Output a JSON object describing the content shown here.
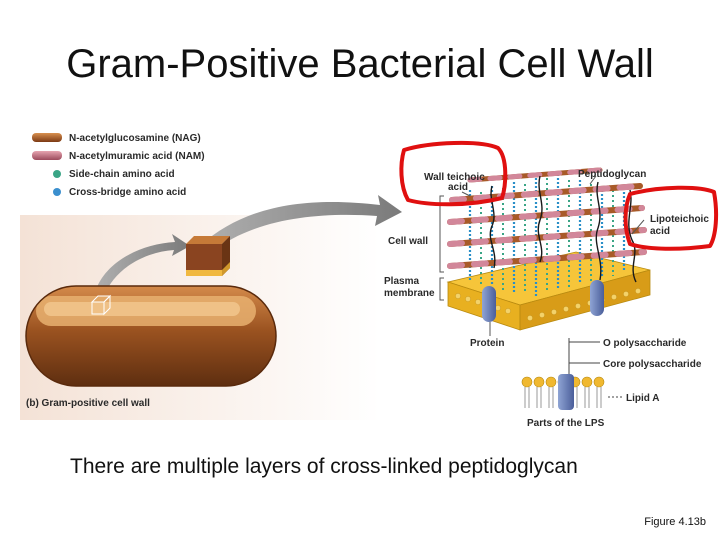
{
  "title": "Gram-Positive Bacterial Cell Wall",
  "legend": [
    {
      "label": "N-acetylglucosamine (NAG)",
      "color": "#9c4f24"
    },
    {
      "label": "N-acetylmuramic acid (NAM)",
      "color": "#c46a7c"
    },
    {
      "label": "Side-chain amino acid",
      "color": "#3aa586"
    },
    {
      "label": "Cross-bridge amino acid",
      "color": "#3b8fce"
    }
  ],
  "labels": {
    "wall_teichoic_1": "Wall teichoic",
    "wall_teichoic_2": "acid",
    "peptidoglycan": "Peptidoglycan",
    "lipoteichoic_1": "Lipoteichoic",
    "lipoteichoic_2": "acid",
    "cell_wall": "Cell wall",
    "plasma_1": "Plasma",
    "plasma_2": "membrane",
    "protein": "Protein",
    "o_poly": "O polysaccharide",
    "core_poly": "Core polysaccharide",
    "lipid_a": "Lipid A",
    "lps_parts": "Parts of the LPS",
    "panel": "(b) Gram-positive cell wall"
  },
  "caption": "There are multiple layers of cross-linked peptidoglycan",
  "figure_ref": "Figure 4.13b",
  "colors": {
    "annotation_red": "#e01010",
    "cell_brown": "#8a4a1c"
  }
}
